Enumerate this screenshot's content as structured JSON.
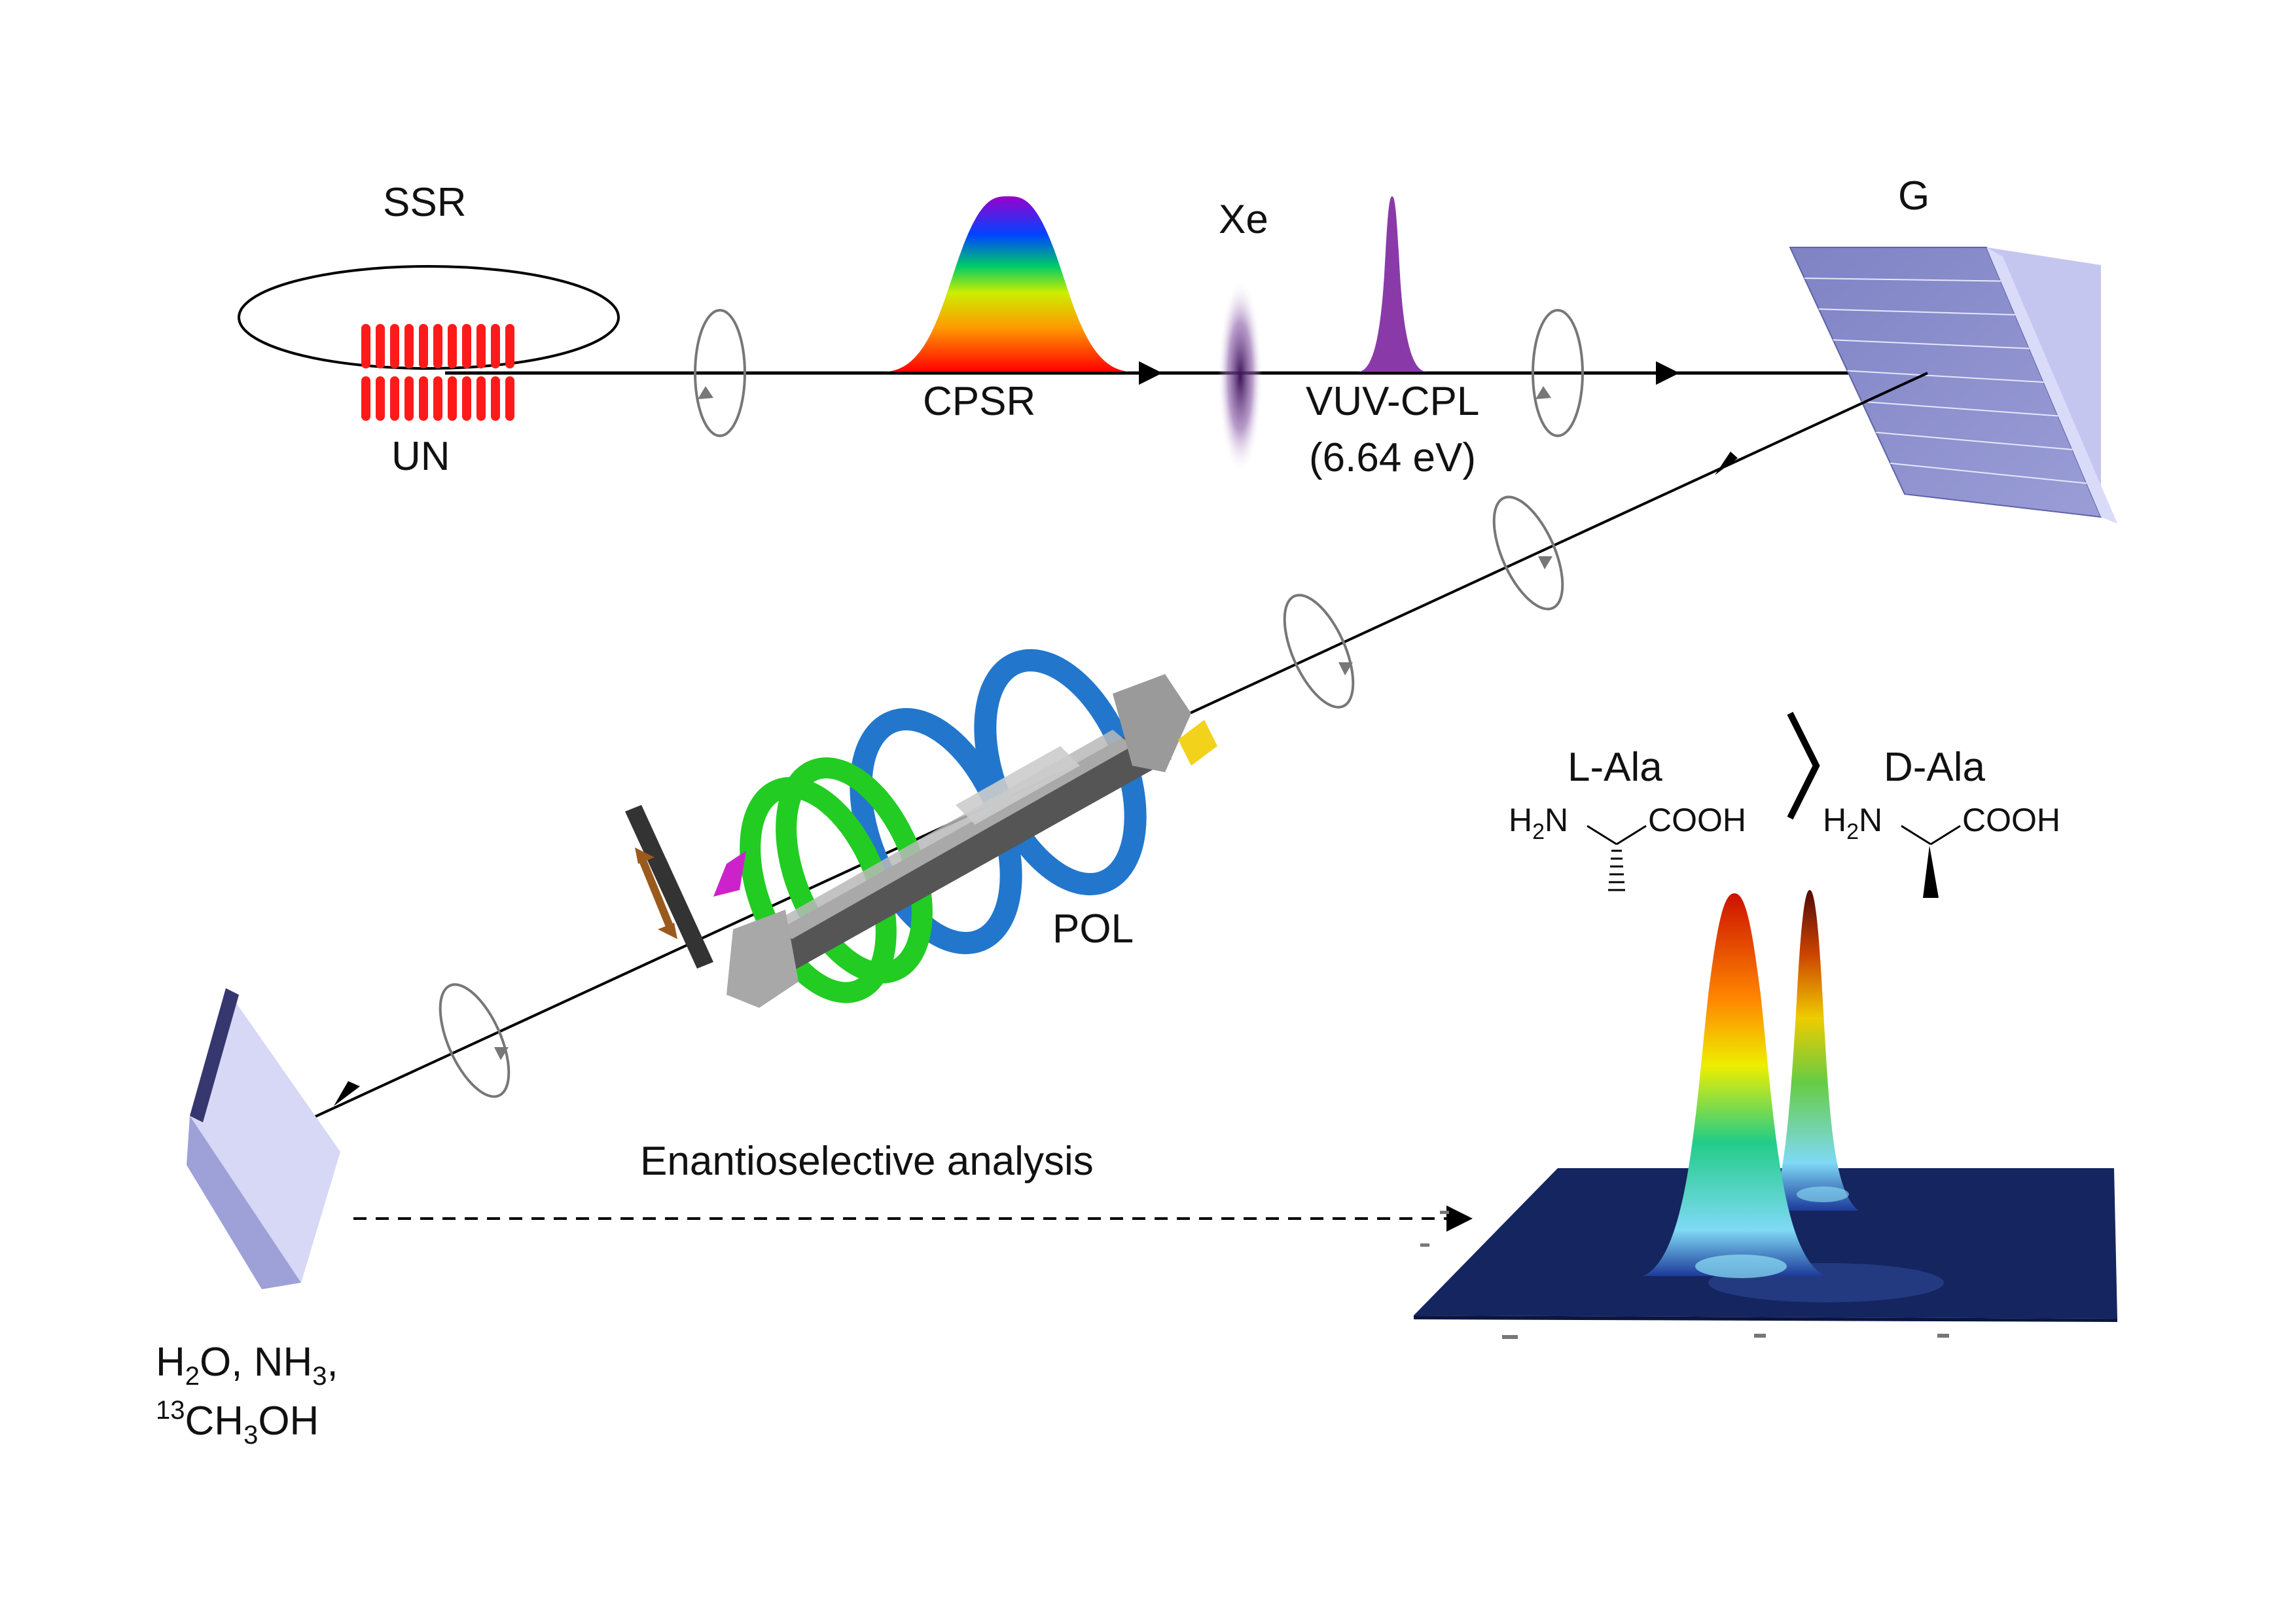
{
  "labels": {
    "ssr": "SSR",
    "un": "UN",
    "cpsr": "CPSR",
    "xe": "Xe",
    "vuv_cpl": "VUV-CPL",
    "photon_energy": "(6.64 eV)",
    "grating": "G",
    "pol": "POL",
    "analysis": "Enantioselective analysis",
    "l_ala": "L-Ala",
    "d_ala": "D-Ala",
    "h2n": "H2N",
    "cooh": "COOH",
    "sample_line1": "H2O, NH3,",
    "sample_line2": "13CH3OH"
  },
  "chem": {
    "h": "H",
    "n": "N",
    "sub2": "2",
    "sub3": "3",
    "o_comma": "O, NH",
    "comma": ",",
    "sup13": "13",
    "ch": "CH",
    "oh": "OH"
  },
  "colors": {
    "beam": "#000000",
    "undulator": "#ff1a1a",
    "grating": "#8c8fc9",
    "sample": "#d6d8f5",
    "xe_cloud": "#5a2a7a",
    "vuv_peak": "#8a3aa8",
    "ring_green": "#22cc22",
    "ring_blue": "#2277cc",
    "chromatogram_base": "#15255f"
  }
}
